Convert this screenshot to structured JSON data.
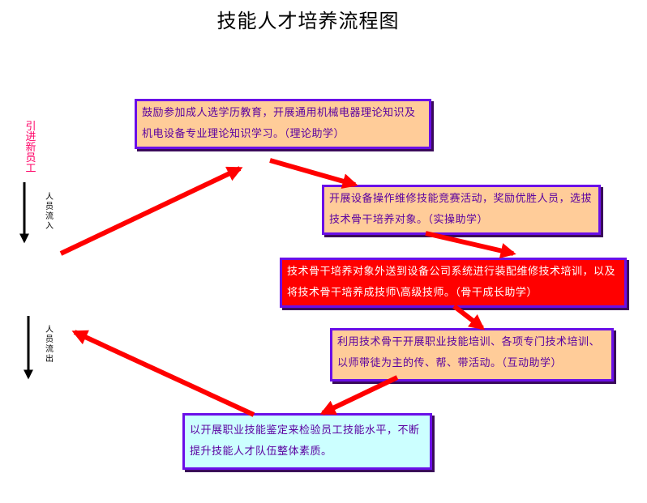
{
  "title": "技能人才培养流程图",
  "side_labels": {
    "recruit": "引进新员工",
    "inflow": "人员流入",
    "outflow": "人员流出"
  },
  "boxes": {
    "box1": "鼓励参加成人选学历教育，开展通用机械电器理论知识及机电设备专业理论知识学习。（理论助学）",
    "box2": "开展设备操作维修技能竞赛活动，奖励优胜人员，选拔技术骨干培养对象。（实操助学）",
    "box3": "技术骨干培养对象外送到设备公司系统进行装配维修技术培训，以及将技术骨干培养成技师\\高级技师。（骨干成长助学）",
    "box4": "利用技术骨干开展职业技能培训、各项专门技术培训、以师带徒为主的传、帮、带活动。（互动助学）",
    "box5": "以开展职业技能鉴定来检验员工技能水平，不断提升技能人才队伍整体素质。"
  },
  "colors": {
    "box_border": "#6a0fe8",
    "orange_fill": "#ffcc99",
    "red_fill": "#ff0000",
    "cyan_fill": "#ccffff",
    "arrow_red": "#ff0000",
    "recruit_text": "#ff0066"
  }
}
